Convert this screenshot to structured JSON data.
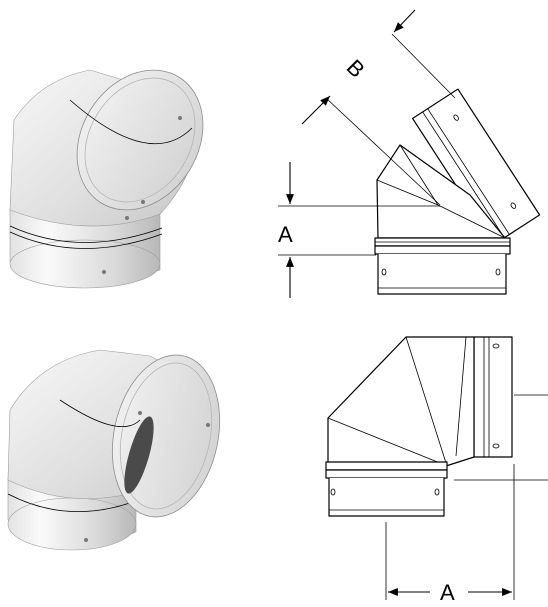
{
  "figure": {
    "elbow45": {
      "dim_a": "A",
      "dim_b": "B"
    },
    "elbow90": {
      "dim_a": "A"
    }
  },
  "colors": {
    "line": "#000000",
    "shade_light": "#f4f4f4",
    "shade_mid": "#d6d6d6",
    "shade_dark": "#9a9a9a",
    "background": "#ffffff"
  }
}
